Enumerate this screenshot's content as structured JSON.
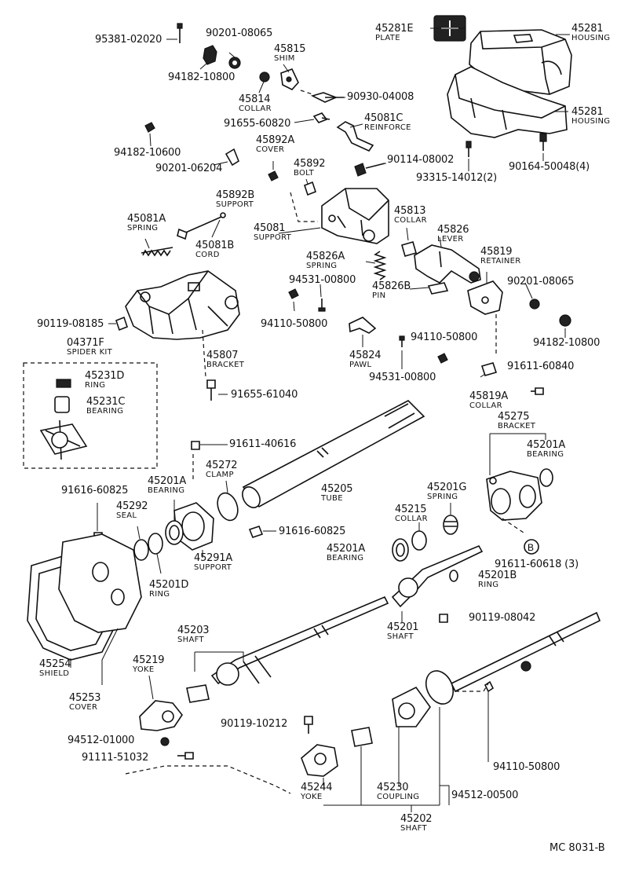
{
  "labels": [
    {
      "pn": "95381-02020",
      "nm": ""
    },
    {
      "pn": "90201-08065",
      "nm": ""
    },
    {
      "pn": "94182-10800",
      "nm": ""
    },
    {
      "pn": "45815",
      "nm": "SHIM"
    },
    {
      "pn": "45814",
      "nm": "COLLAR"
    },
    {
      "pn": "90930-04008",
      "nm": ""
    },
    {
      "pn": "91655-60820",
      "nm": ""
    },
    {
      "pn": "45081C",
      "nm": "REINFORCE"
    },
    {
      "pn": "45281E",
      "nm": "PLATE"
    },
    {
      "pn": "45281",
      "nm": "HOUSING"
    },
    {
      "pn": "45281",
      "nm": "HOUSING"
    },
    {
      "pn": "94182-10600",
      "nm": ""
    },
    {
      "pn": "45892A",
      "nm": "COVER"
    },
    {
      "pn": "90201-06204",
      "nm": ""
    },
    {
      "pn": "45892",
      "nm": "BOLT"
    },
    {
      "pn": "90114-08002",
      "nm": ""
    },
    {
      "pn": "93315-14012(2)",
      "nm": ""
    },
    {
      "pn": "90164-50048(4)",
      "nm": ""
    },
    {
      "pn": "45892B",
      "nm": "SUPPORT"
    },
    {
      "pn": "45081A",
      "nm": "SPRING"
    },
    {
      "pn": "45081",
      "nm": "SUPPORT"
    },
    {
      "pn": "45813",
      "nm": "COLLAR"
    },
    {
      "pn": "45826",
      "nm": "LEVER"
    },
    {
      "pn": "45081B",
      "nm": "CORD"
    },
    {
      "pn": "45826A",
      "nm": "SPRING"
    },
    {
      "pn": "45819",
      "nm": "RETAINER"
    },
    {
      "pn": "94531-00800",
      "nm": ""
    },
    {
      "pn": "45826B",
      "nm": "PIN"
    },
    {
      "pn": "90201-08065",
      "nm": ""
    },
    {
      "pn": "90119-08185",
      "nm": ""
    },
    {
      "pn": "94110-50800",
      "nm": ""
    },
    {
      "pn": "94182-10800",
      "nm": ""
    },
    {
      "pn": "04371F",
      "nm": "SPIDER KIT"
    },
    {
      "pn": "45807",
      "nm": "BRACKET"
    },
    {
      "pn": "94110-50800",
      "nm": ""
    },
    {
      "pn": "45824",
      "nm": "PAWL"
    },
    {
      "pn": "94531-00800",
      "nm": ""
    },
    {
      "pn": "45231D",
      "nm": "RING"
    },
    {
      "pn": "91611-60840",
      "nm": ""
    },
    {
      "pn": "91655-61040",
      "nm": ""
    },
    {
      "pn": "45819A",
      "nm": "COLLAR"
    },
    {
      "pn": "45231C",
      "nm": "BEARING"
    },
    {
      "pn": "45275",
      "nm": "BRACKET"
    },
    {
      "pn": "45201A",
      "nm": "BEARING"
    },
    {
      "pn": "91611-40616",
      "nm": ""
    },
    {
      "pn": "45272",
      "nm": "CLAMP"
    },
    {
      "pn": "91616-60825",
      "nm": ""
    },
    {
      "pn": "45201A",
      "nm": "BEARING"
    },
    {
      "pn": "45205",
      "nm": "TUBE"
    },
    {
      "pn": "45201G",
      "nm": "SPRING"
    },
    {
      "pn": "45292",
      "nm": "SEAL"
    },
    {
      "pn": "45215",
      "nm": "COLLAR"
    },
    {
      "pn": "91616-60825",
      "nm": ""
    },
    {
      "pn": "45291A",
      "nm": "SUPPORT"
    },
    {
      "pn": "45201A",
      "nm": "BEARING"
    },
    {
      "pn": "91611-60618 (3)",
      "nm": ""
    },
    {
      "pn": "45201D",
      "nm": "RING"
    },
    {
      "pn": "45201B",
      "nm": "RING"
    },
    {
      "pn": "90119-08042",
      "nm": ""
    },
    {
      "pn": "45203",
      "nm": "SHAFT"
    },
    {
      "pn": "45201",
      "nm": "SHAFT"
    },
    {
      "pn": "45254",
      "nm": "SHIELD"
    },
    {
      "pn": "45219",
      "nm": "YOKE"
    },
    {
      "pn": "45253",
      "nm": "COVER"
    },
    {
      "pn": "90119-10212",
      "nm": ""
    },
    {
      "pn": "94512-01000",
      "nm": ""
    },
    {
      "pn": "91111-51032",
      "nm": ""
    },
    {
      "pn": "94110-50800",
      "nm": ""
    },
    {
      "pn": "45244",
      "nm": "YOKE"
    },
    {
      "pn": "45230",
      "nm": "COUPLING"
    },
    {
      "pn": "94512-00500",
      "nm": ""
    },
    {
      "pn": "45202",
      "nm": "SHAFT"
    }
  ],
  "circled_marker": "B",
  "drawing_code": "MC 8031-B"
}
